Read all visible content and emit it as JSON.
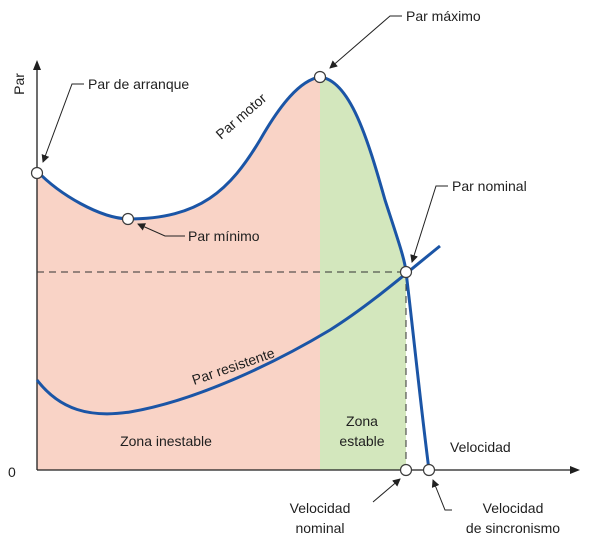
{
  "axes": {
    "y_label": "Par",
    "x_label": "Velocidad",
    "origin": "0"
  },
  "curve_labels": {
    "motor": "Par motor",
    "resistente": "Par resistente"
  },
  "annotations": {
    "arranque": "Par de arranque",
    "maximo": "Par máximo",
    "minimo": "Par mínimo",
    "nominal": "Par nominal",
    "velocidad_nominal_line1": "Velocidad",
    "velocidad_nominal_line2": "nominal",
    "velocidad_sincronismo_line1": "Velocidad",
    "velocidad_sincronismo_line2": "de sincronismo"
  },
  "zones": {
    "inestable": "Zona inestable",
    "estable_line1": "Zona",
    "estable_line2": "estable"
  },
  "colors": {
    "unstable_zone": "#f9d3c6",
    "stable_zone": "#d3e7bd",
    "curves": "#1b55a6"
  }
}
